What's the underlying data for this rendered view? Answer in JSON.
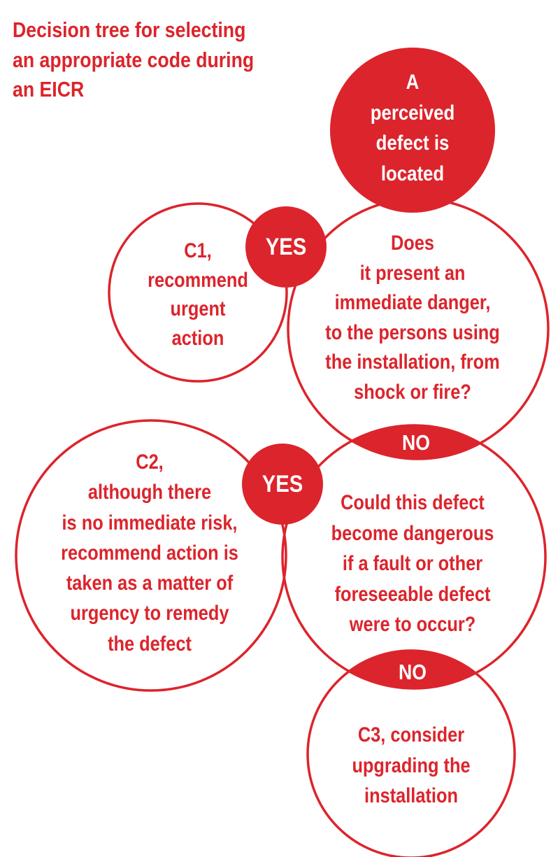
{
  "title": "Decision tree for selecting\nan appropriate code during\nan EICR",
  "colors": {
    "red": "#dc242c",
    "white": "#ffffff"
  },
  "nodes": {
    "start": {
      "text": "A\nperceived\ndefect is\nlocated"
    },
    "q1": {
      "text": "Does\nit present an\nimmediate danger,\nto the persons using\nthe installation, from\nshock or fire?"
    },
    "c1": {
      "text": "C1,\nrecommend\nurgent\naction"
    },
    "q2": {
      "text": "Could this defect\nbecome dangerous\nif a fault or other\nforeseeable defect\nwere to occur?"
    },
    "c2": {
      "text": "C2,\nalthough there\nis no immediate risk,\nrecommend action is\ntaken as a matter of\nurgency to remedy\nthe defect"
    },
    "c3": {
      "text": "C3, consider\nupgrading the\ninstallation"
    },
    "yes1": {
      "label": "YES"
    },
    "yes2": {
      "label": "YES"
    },
    "no1": {
      "label": "NO"
    },
    "no2": {
      "label": "NO"
    }
  }
}
